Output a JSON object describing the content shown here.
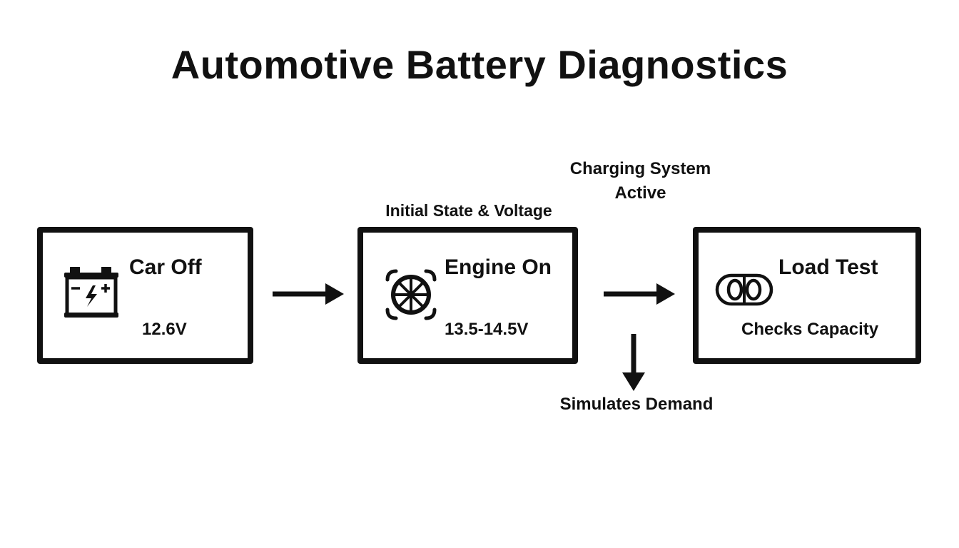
{
  "title": "Automotive Battery Diagnostics",
  "steps": [
    {
      "title": "Car Off",
      "value": "12.6V",
      "icon": "battery-icon"
    },
    {
      "title": "Engine On",
      "value": "13.5-14.5V",
      "icon": "engine-wheel-icon"
    },
    {
      "title": "Load Test",
      "value": "Checks Capacity",
      "icon": "load-tester-icon"
    }
  ],
  "captions": {
    "step2_above": "Initial State & Voltage",
    "charging_line1": "Charging System",
    "charging_line2": "Active",
    "load_demand": "Simulates Demand"
  },
  "colors": {
    "stroke": "#111111",
    "background": "#ffffff"
  }
}
